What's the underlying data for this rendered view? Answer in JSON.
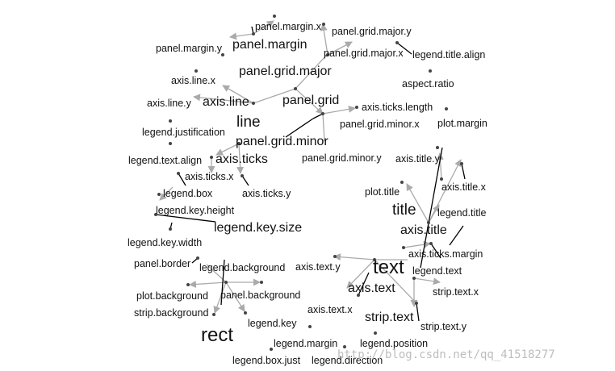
{
  "nodes": {
    "panel_margin_x": "panel.margin.x",
    "panel_margin_y": "panel.margin.y",
    "panel_margin": "panel.margin",
    "panel_grid_major_y": "panel.grid.major.y",
    "panel_grid_major_x": "panel.grid.major.x",
    "legend_title_align": "legend.title.align",
    "panel_grid_major": "panel.grid.major",
    "aspect_ratio": "aspect.ratio",
    "axis_line_x": "axis.line.x",
    "axis_line_y": "axis.line.y",
    "axis_line": "axis.line",
    "panel_grid": "panel.grid",
    "axis_ticks_length": "axis.ticks.length",
    "line": "line",
    "panel_grid_minor_x": "panel.grid.minor.x",
    "plot_margin": "plot.margin",
    "legend_justification": "legend.justification",
    "panel_grid_minor": "panel.grid.minor",
    "legend_text_align": "legend.text.align",
    "axis_ticks": "axis.ticks",
    "panel_grid_minor_y": "panel.grid.minor.y",
    "axis_title_y": "axis.title.y",
    "axis_ticks_x": "axis.ticks.x",
    "axis_title_x": "axis.title.x",
    "legend_box": "legend.box",
    "axis_ticks_y": "axis.ticks.y",
    "plot_title": "plot.title",
    "title": "title",
    "legend_title": "legend.title",
    "legend_key_height": "legend.key.height",
    "legend_key_size": "legend.key.size",
    "axis_title": "axis.title",
    "legend_key_width": "legend.key.width",
    "axis_ticks_margin": "axis.ticks.margin",
    "panel_border": "panel.border",
    "legend_background": "legend.background",
    "axis_text_y": "axis.text.y",
    "text": "text",
    "legend_text": "legend.text",
    "plot_background": "plot.background",
    "panel_background": "panel.background",
    "axis_text": "axis.text",
    "strip_text_x": "strip.text.x",
    "strip_background": "strip.background",
    "axis_text_x": "axis.text.x",
    "strip_text": "strip.text",
    "legend_key": "legend.key",
    "strip_text_y": "strip.text.y",
    "rect": "rect",
    "legend_margin": "legend.margin",
    "legend_position": "legend.position",
    "legend_box_just": "legend.box.just",
    "legend_direction": "legend.direction"
  },
  "watermark": "http://blog.csdn.net/qq_41518277"
}
